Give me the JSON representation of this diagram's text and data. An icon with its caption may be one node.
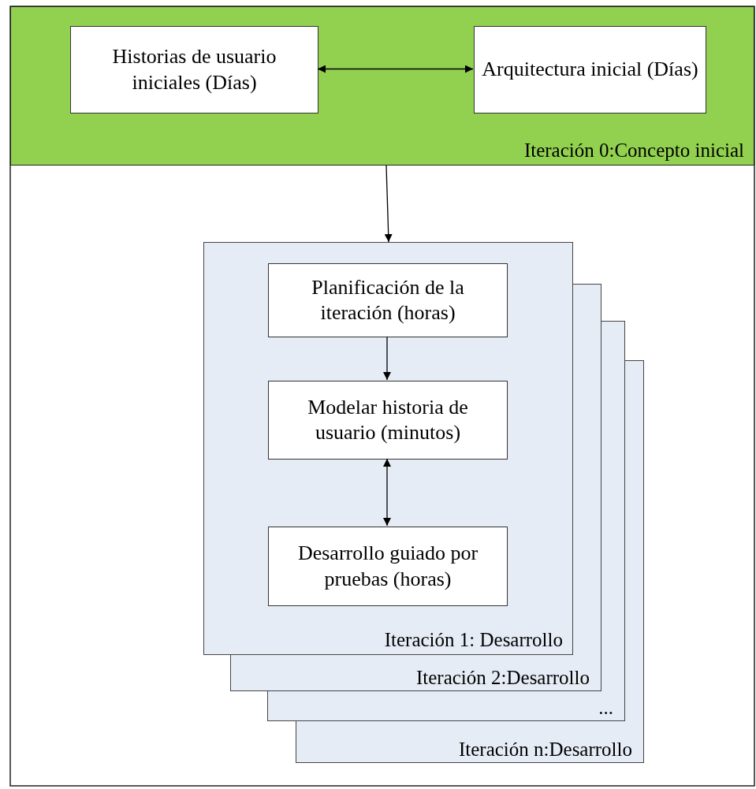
{
  "diagram": {
    "nodes": [
      {
        "text": [
          "Iteración 0:Concepto inicial"
        ]
      },
      {
        "text": [
          "Historias de usuario iniciales (Días)"
        ],
        "in": 0
      },
      {
        "text": [
          "Arquitectura inicial (Días)"
        ],
        "in": 0
      },
      {
        "text": [
          "Iteración 1: Desarrollo"
        ]
      },
      {
        "text": [
          "Planificación de la iteración (horas)"
        ],
        "in": 3
      },
      {
        "text": [
          "Modelar historia de usuario (minutos)"
        ],
        "in": 3
      },
      {
        "text": [
          "Desarrollo guiado por pruebas (horas)"
        ],
        "in": 3
      },
      {
        "text": [
          "Iteración 2:Desarrollo"
        ]
      },
      {
        "text": [
          "..."
        ]
      },
      {
        "text": [
          "Iteración n:Desarrollo"
        ]
      }
    ],
    "edges": [
      {
        "from": 1,
        "to": 2,
        "arrow": "both"
      },
      {
        "from": 0,
        "to": 3,
        "arrow": "to"
      },
      {
        "from": 4,
        "to": 5,
        "arrow": "to"
      },
      {
        "from": 5,
        "to": 6,
        "arrow": "both"
      }
    ]
  }
}
